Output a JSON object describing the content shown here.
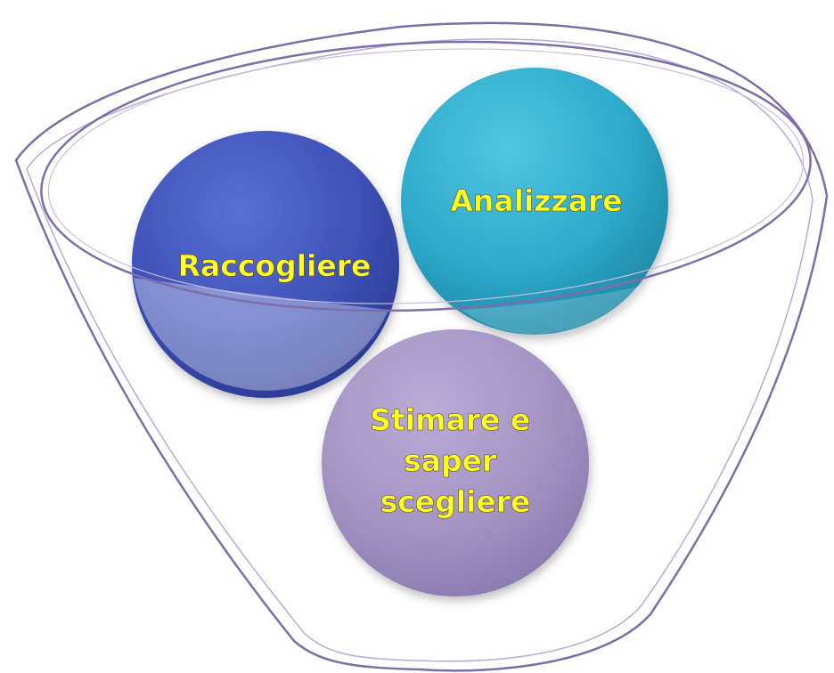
{
  "diagram": {
    "colors": {
      "funnel_stroke": "#7e6da8",
      "text": "#ffff22",
      "text_shadow": "#5a4a20"
    },
    "circles": [
      {
        "id": "raccogliere",
        "label_lines": [
          "Raccogliere"
        ],
        "color": "#3f52b8"
      },
      {
        "id": "analizzare",
        "label_lines": [
          "Analizzare"
        ],
        "color": "#2eaacb"
      },
      {
        "id": "stimare",
        "label_lines": [
          "Stimare e",
          "saper",
          "scegliere"
        ],
        "color": "#a394c3"
      }
    ]
  }
}
